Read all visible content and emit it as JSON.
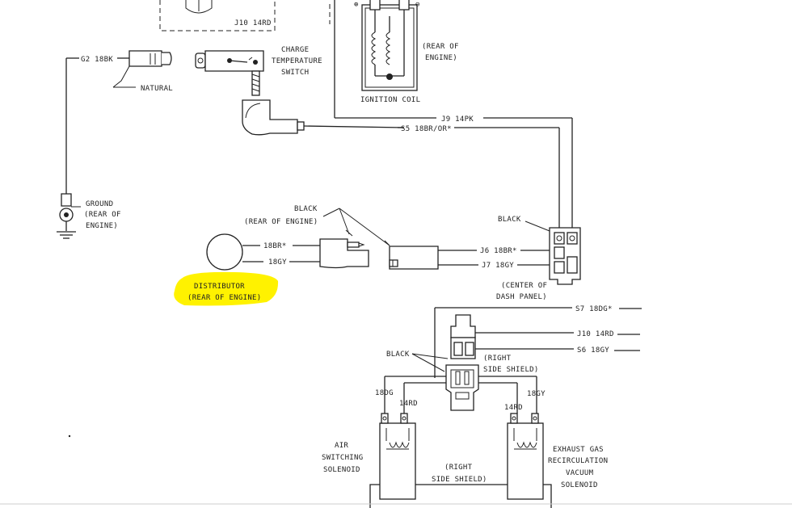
{
  "highlight_color": "#fff200",
  "labels": {
    "j10_top": "J10 14RD",
    "charge_temp_1": "CHARGE",
    "charge_temp_2": "TEMPERATURE",
    "charge_temp_3": "SWITCH",
    "g2": "G2 18BK",
    "natural": "NATURAL",
    "rear_engine_coil_1": "(REAR OF",
    "rear_engine_coil_2": "ENGINE)",
    "ignition_coil": "IGNITION COIL",
    "j9": "J9 14PK",
    "s5": "S5 18BR/OR*",
    "ground_1": "GROUND",
    "ground_2": "(REAR OF",
    "ground_3": "ENGINE)",
    "black_1": "BLACK",
    "rear_engine_black": "(REAR OF ENGINE)",
    "br18": "18BR*",
    "gy18": "18GY",
    "distributor_1": "DISTRIBUTOR",
    "distributor_2": "(REAR OF ENGINE)",
    "black_dash": "BLACK",
    "j6": "J6 18BR*",
    "j7": "J7 18GY",
    "center_dash_1": "(CENTER OF",
    "center_dash_2": "DASH PANEL)",
    "s7": "S7 18DG*",
    "j10": "J10 14RD",
    "s6": "S6 18GY",
    "black_shield": "BLACK",
    "right_shield_1": "(RIGHT",
    "right_shield_2": "SIDE SHIELD)",
    "dg18": "18DG",
    "rd14_left": "14RD",
    "rd14_right": "14RD",
    "gy18_right": "18GY",
    "air_1": "AIR",
    "air_2": "SWITCHING",
    "air_3": "SOLENOID",
    "right_shield_bottom_1": "(RIGHT",
    "right_shield_bottom_2": "SIDE SHIELD)",
    "egr_1": "EXHAUST GAS",
    "egr_2": "RECIRCULATION",
    "egr_3": "VACUUM",
    "egr_4": "SOLENOID"
  }
}
